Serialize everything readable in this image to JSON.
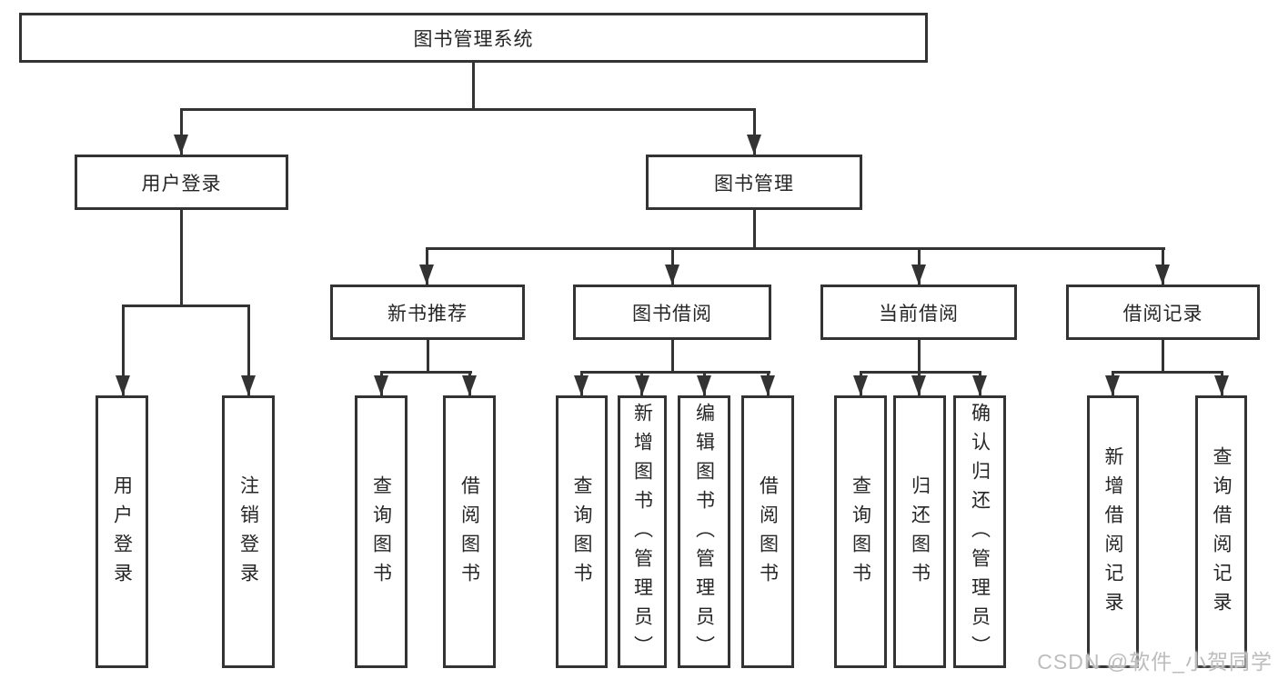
{
  "diagram": {
    "root": {
      "label": "图书管理系统"
    },
    "branches": [
      {
        "label": "用户登录",
        "children": [
          {
            "label": "用户登录"
          },
          {
            "label": "注销登录"
          }
        ]
      },
      {
        "label": "图书管理",
        "children": [
          {
            "label": "新书推荐",
            "children": [
              {
                "label": "查询图书"
              },
              {
                "label": "借阅图书"
              }
            ]
          },
          {
            "label": "图书借阅",
            "children": [
              {
                "label": "查询图书"
              },
              {
                "label": "新增图书（管理员）"
              },
              {
                "label": "编辑图书（管理员）"
              },
              {
                "label": "借阅图书"
              }
            ]
          },
          {
            "label": "当前借阅",
            "children": [
              {
                "label": "查询图书"
              },
              {
                "label": "归还图书"
              },
              {
                "label": "确认归还（管理员）"
              }
            ]
          },
          {
            "label": "借阅记录",
            "children": [
              {
                "label": "新增借阅记录"
              },
              {
                "label": "查询借阅记录"
              }
            ]
          }
        ]
      }
    ]
  },
  "watermark": "CSDN @软件_小贺同学",
  "colors": {
    "line": "#333333",
    "text": "#262626",
    "box_background": "#ffffff",
    "watermark": "#bdbdbd"
  }
}
